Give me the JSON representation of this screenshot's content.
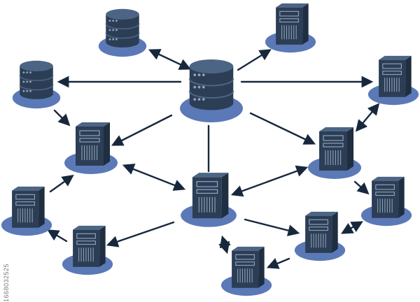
{
  "diagram": {
    "kind": "network-topology",
    "colors": {
      "base": "#5b79b7",
      "body": "#2c3e55",
      "top": "#4d6585",
      "side": "#1f2e40",
      "detail": "#91a2b8",
      "line": "#17283c"
    },
    "nodes": [
      {
        "id": "db-top",
        "type": "database"
      },
      {
        "id": "db-left",
        "type": "database"
      },
      {
        "id": "db-center",
        "type": "database"
      },
      {
        "id": "srv-top-right",
        "type": "server"
      },
      {
        "id": "srv-right-upper",
        "type": "server"
      },
      {
        "id": "srv-left-upper",
        "type": "server"
      },
      {
        "id": "srv-right-mid",
        "type": "server"
      },
      {
        "id": "srv-center",
        "type": "server"
      },
      {
        "id": "srv-far-left",
        "type": "server"
      },
      {
        "id": "srv-far-right",
        "type": "server"
      },
      {
        "id": "srv-left-lower",
        "type": "server"
      },
      {
        "id": "srv-lower-right",
        "type": "server"
      },
      {
        "id": "srv-bottom",
        "type": "server"
      }
    ],
    "links": [
      {
        "from": "db-center",
        "to": "db-top",
        "direction": "both"
      },
      {
        "from": "db-center",
        "to": "srv-top-right",
        "direction": "forward"
      },
      {
        "from": "db-center",
        "to": "db-left",
        "direction": "forward"
      },
      {
        "from": "db-center",
        "to": "srv-right-upper",
        "direction": "forward"
      },
      {
        "from": "db-center",
        "to": "srv-left-upper",
        "direction": "forward"
      },
      {
        "from": "db-center",
        "to": "srv-right-mid",
        "direction": "forward"
      },
      {
        "from": "db-center",
        "to": "srv-center",
        "direction": "none"
      },
      {
        "from": "db-left",
        "to": "srv-left-upper",
        "direction": "forward"
      },
      {
        "from": "srv-right-upper",
        "to": "srv-right-mid",
        "direction": "both"
      },
      {
        "from": "srv-left-upper",
        "to": "srv-center",
        "direction": "both"
      },
      {
        "from": "srv-right-mid",
        "to": "srv-center",
        "direction": "both"
      },
      {
        "from": "srv-right-mid",
        "to": "srv-far-right",
        "direction": "forward"
      },
      {
        "from": "srv-far-left",
        "to": "srv-left-upper",
        "direction": "forward"
      },
      {
        "from": "srv-left-lower",
        "to": "srv-far-left",
        "direction": "forward"
      },
      {
        "from": "srv-center",
        "to": "srv-left-lower",
        "direction": "forward"
      },
      {
        "from": "srv-center",
        "to": "srv-lower-right",
        "direction": "forward"
      },
      {
        "from": "srv-center",
        "to": "srv-bottom",
        "direction": "both"
      },
      {
        "from": "srv-lower-right",
        "to": "srv-far-right",
        "direction": "both"
      },
      {
        "from": "srv-lower-right",
        "to": "srv-bottom",
        "direction": "forward"
      }
    ]
  },
  "stock_id": "1668032525"
}
